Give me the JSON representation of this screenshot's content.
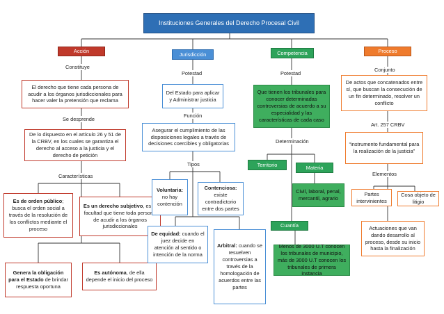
{
  "title": "Instituciones Generales del Derecho Procesal Civil",
  "accion": {
    "header": "Acción",
    "label_constituye": "Constituye",
    "definicion": "El derecho que tiene cada persona de acudir a los órganos jurisdiccionales para hacer valer la pretensión que reclama",
    "label_desprende": "Se desprende",
    "fundamento": "De lo dispuesto en el artículo 26 y 51 de la CRBV, en los cuales se garantiza el derecho al acceso a la justicia y el derecho de petición",
    "label_caracteristicas": "Características",
    "c1_bold": "Es de orden público",
    "c1_rest": "; busca el orden social a través de la resolución de los conflictos mediante el proceso",
    "c2_bold": "Es un derecho subjetivo",
    "c2_rest": ", es la facultad que tiene toda persona de acudir a los órganos jurisdiccionales",
    "c3_bold": "Genera la obligación para el Estado",
    "c3_rest": " de brindar respuesta oportuna",
    "c4_bold": "Es autónoma",
    "c4_rest": ", de ella depende el inicio del proceso"
  },
  "jurisdiccion": {
    "header": "Jurisdicción",
    "label_potestad": "Potestad",
    "potestad": "Del Estado para aplicar y Administrar justicia",
    "label_funcion": "Función",
    "funcion": "Asegurar el cumplimiento de las disposiciones legales a través de decisiones coercibles y obligatorias",
    "label_tipos": "Tipos",
    "t1_bold": "Voluntaria:",
    "t1_rest": " no hay contención",
    "t2_bold": "Contenciosa:",
    "t2_rest": " existe contradictorio entre dos partes",
    "t3_bold": "De equidad:",
    "t3_rest": " cuando el juez decide en atención al sentido o intención de la norma",
    "t4_bold": "Arbitral:",
    "t4_rest": " cuando se resuelven controversias a través de la homologación de acuerdos entre las partes"
  },
  "competencia": {
    "header": "Competencia",
    "label_potestad": "Potestad",
    "potestad": "Que tienen los tribunales para conocer determinadas controversias de acuerdo a su especialidad y las características de cada caso",
    "label_determinacion": "Determinación",
    "territorio": "Territorio",
    "materia": "Materia",
    "materia_detalle": "Civil, laboral, penal, mercantil, agrario",
    "cuantia": "Cuantía",
    "cuantia_detalle": "Menos de 3000 U.T conocen los tribunales de municipio, más de 3000 U.T conocen los tribunales de primera instancia"
  },
  "proceso": {
    "header": "Proceso",
    "label_conjunto": "Conjunto",
    "conjunto": "De actos que concatenados entre sí, que buscan la consecución de un fin determinado, resolver un conflicto",
    "label_art": "Art. 257 CRBV",
    "art": "“instrumento fundamental para la realización de la justicia”",
    "label_elementos": "Elementos",
    "partes": "Partes intervinientes",
    "cosa": "Cosa objeto de litigio",
    "actuaciones": "Actuaciones que van dando desarrollo al proceso, desde su inicio hasta la finalización"
  }
}
